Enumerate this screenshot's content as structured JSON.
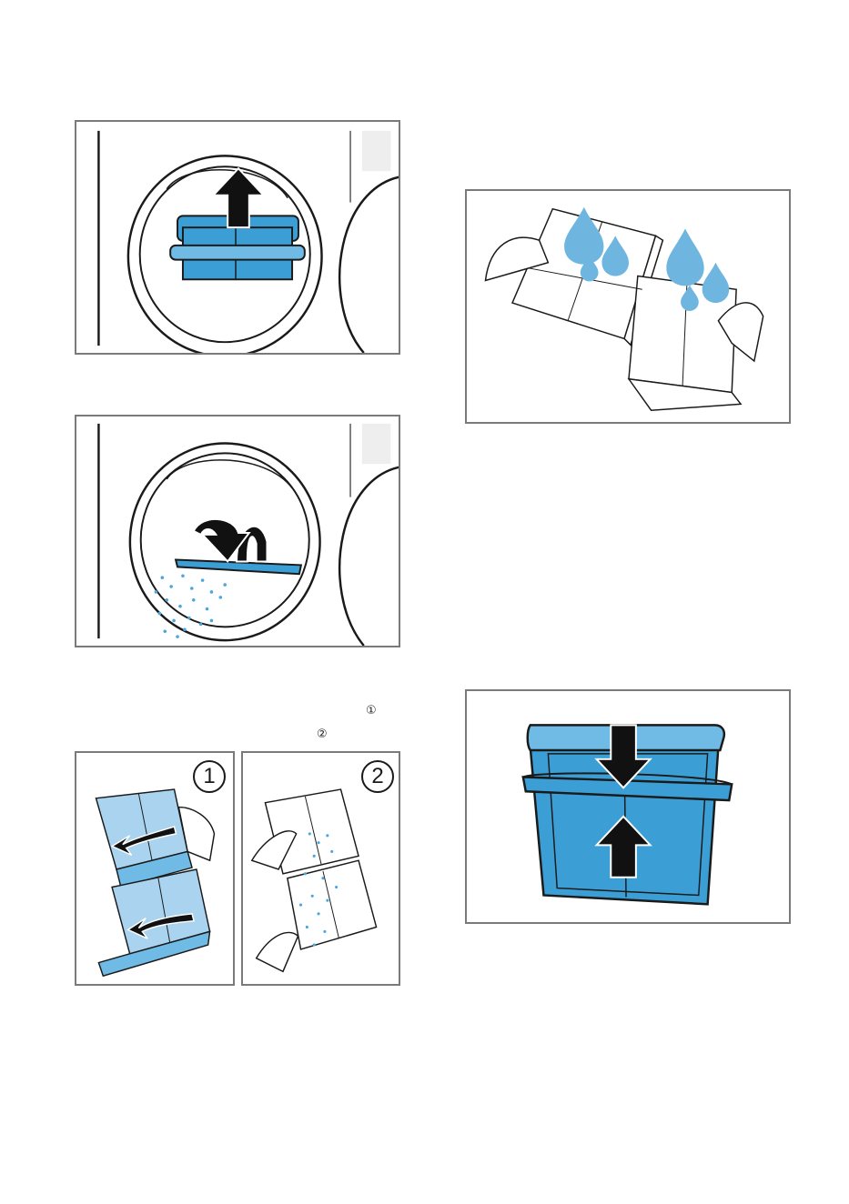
{
  "colors": {
    "filter_blue": "#3b9fd6",
    "filter_blue_dark": "#2a7fb8",
    "filter_light": "#a9d3ee",
    "water_drop": "#6eb6e0",
    "lint_particle": "#4aa6dc",
    "outline": "#1a1a1a",
    "frame_border": "#7a7a7a"
  },
  "markers": {
    "step_marker_1": "①",
    "step_marker_2": "②"
  },
  "figures": [
    {
      "id": "remove-filter",
      "icon": "arrow-up-icon"
    },
    {
      "id": "empty-lint",
      "icon": "rotate-arrow-icon"
    },
    {
      "id": "open-and-clean",
      "badges": [
        "1",
        "2"
      ]
    },
    {
      "id": "rinse-filter",
      "icon": "water-drop-icon"
    },
    {
      "id": "assemble-filter",
      "icon": "arrows-inward-icon"
    }
  ]
}
